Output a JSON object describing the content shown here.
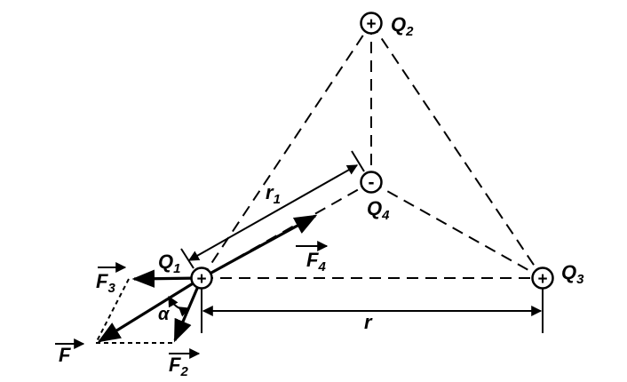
{
  "charges": {
    "q1": {
      "label": "Q",
      "sub": "1",
      "sign": "+"
    },
    "q2": {
      "label": "Q",
      "sub": "2",
      "sign": "+"
    },
    "q3": {
      "label": "Q",
      "sub": "3",
      "sign": "+"
    },
    "q4": {
      "label": "Q",
      "sub": "4",
      "sign": "-"
    }
  },
  "forces": {
    "f": {
      "label": "F",
      "sub": ""
    },
    "f2": {
      "label": "F",
      "sub": "2"
    },
    "f3": {
      "label": "F",
      "sub": "3"
    },
    "f4": {
      "label": "F",
      "sub": "4"
    }
  },
  "distances": {
    "r": {
      "label": "r",
      "sub": ""
    },
    "r1": {
      "label": "r",
      "sub": "1"
    }
  },
  "angle": {
    "label": "α"
  }
}
